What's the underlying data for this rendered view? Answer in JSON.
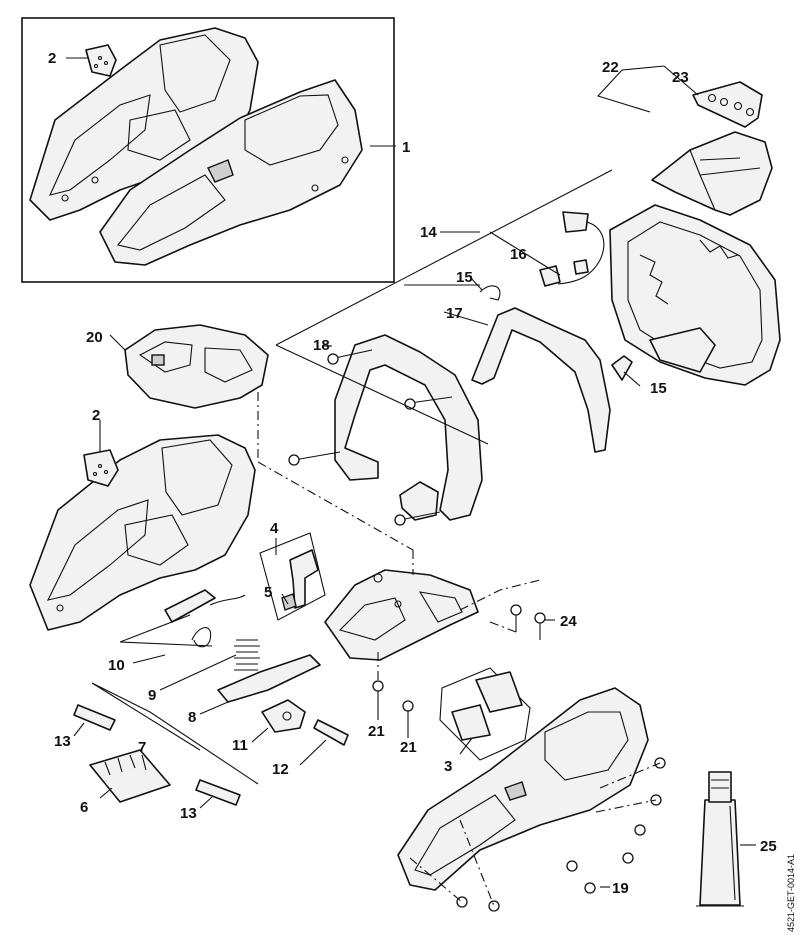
{
  "callouts": {
    "c1": "1",
    "c2a": "2",
    "c2b": "2",
    "c3": "3",
    "c4": "4",
    "c5": "5",
    "c6": "6",
    "c7": "7",
    "c8": "8",
    "c9": "9",
    "c10": "10",
    "c11": "11",
    "c12": "12",
    "c13a": "13",
    "c13b": "13",
    "c14": "14",
    "c15a": "15",
    "c15b": "15",
    "c16": "16",
    "c17": "17",
    "c18": "18",
    "c19": "19",
    "c20": "20",
    "c21a": "21",
    "c21b": "21",
    "c22": "22",
    "c23": "23",
    "c24": "24",
    "c25": "25"
  },
  "reference_code": "4521-GET-0014-A1"
}
